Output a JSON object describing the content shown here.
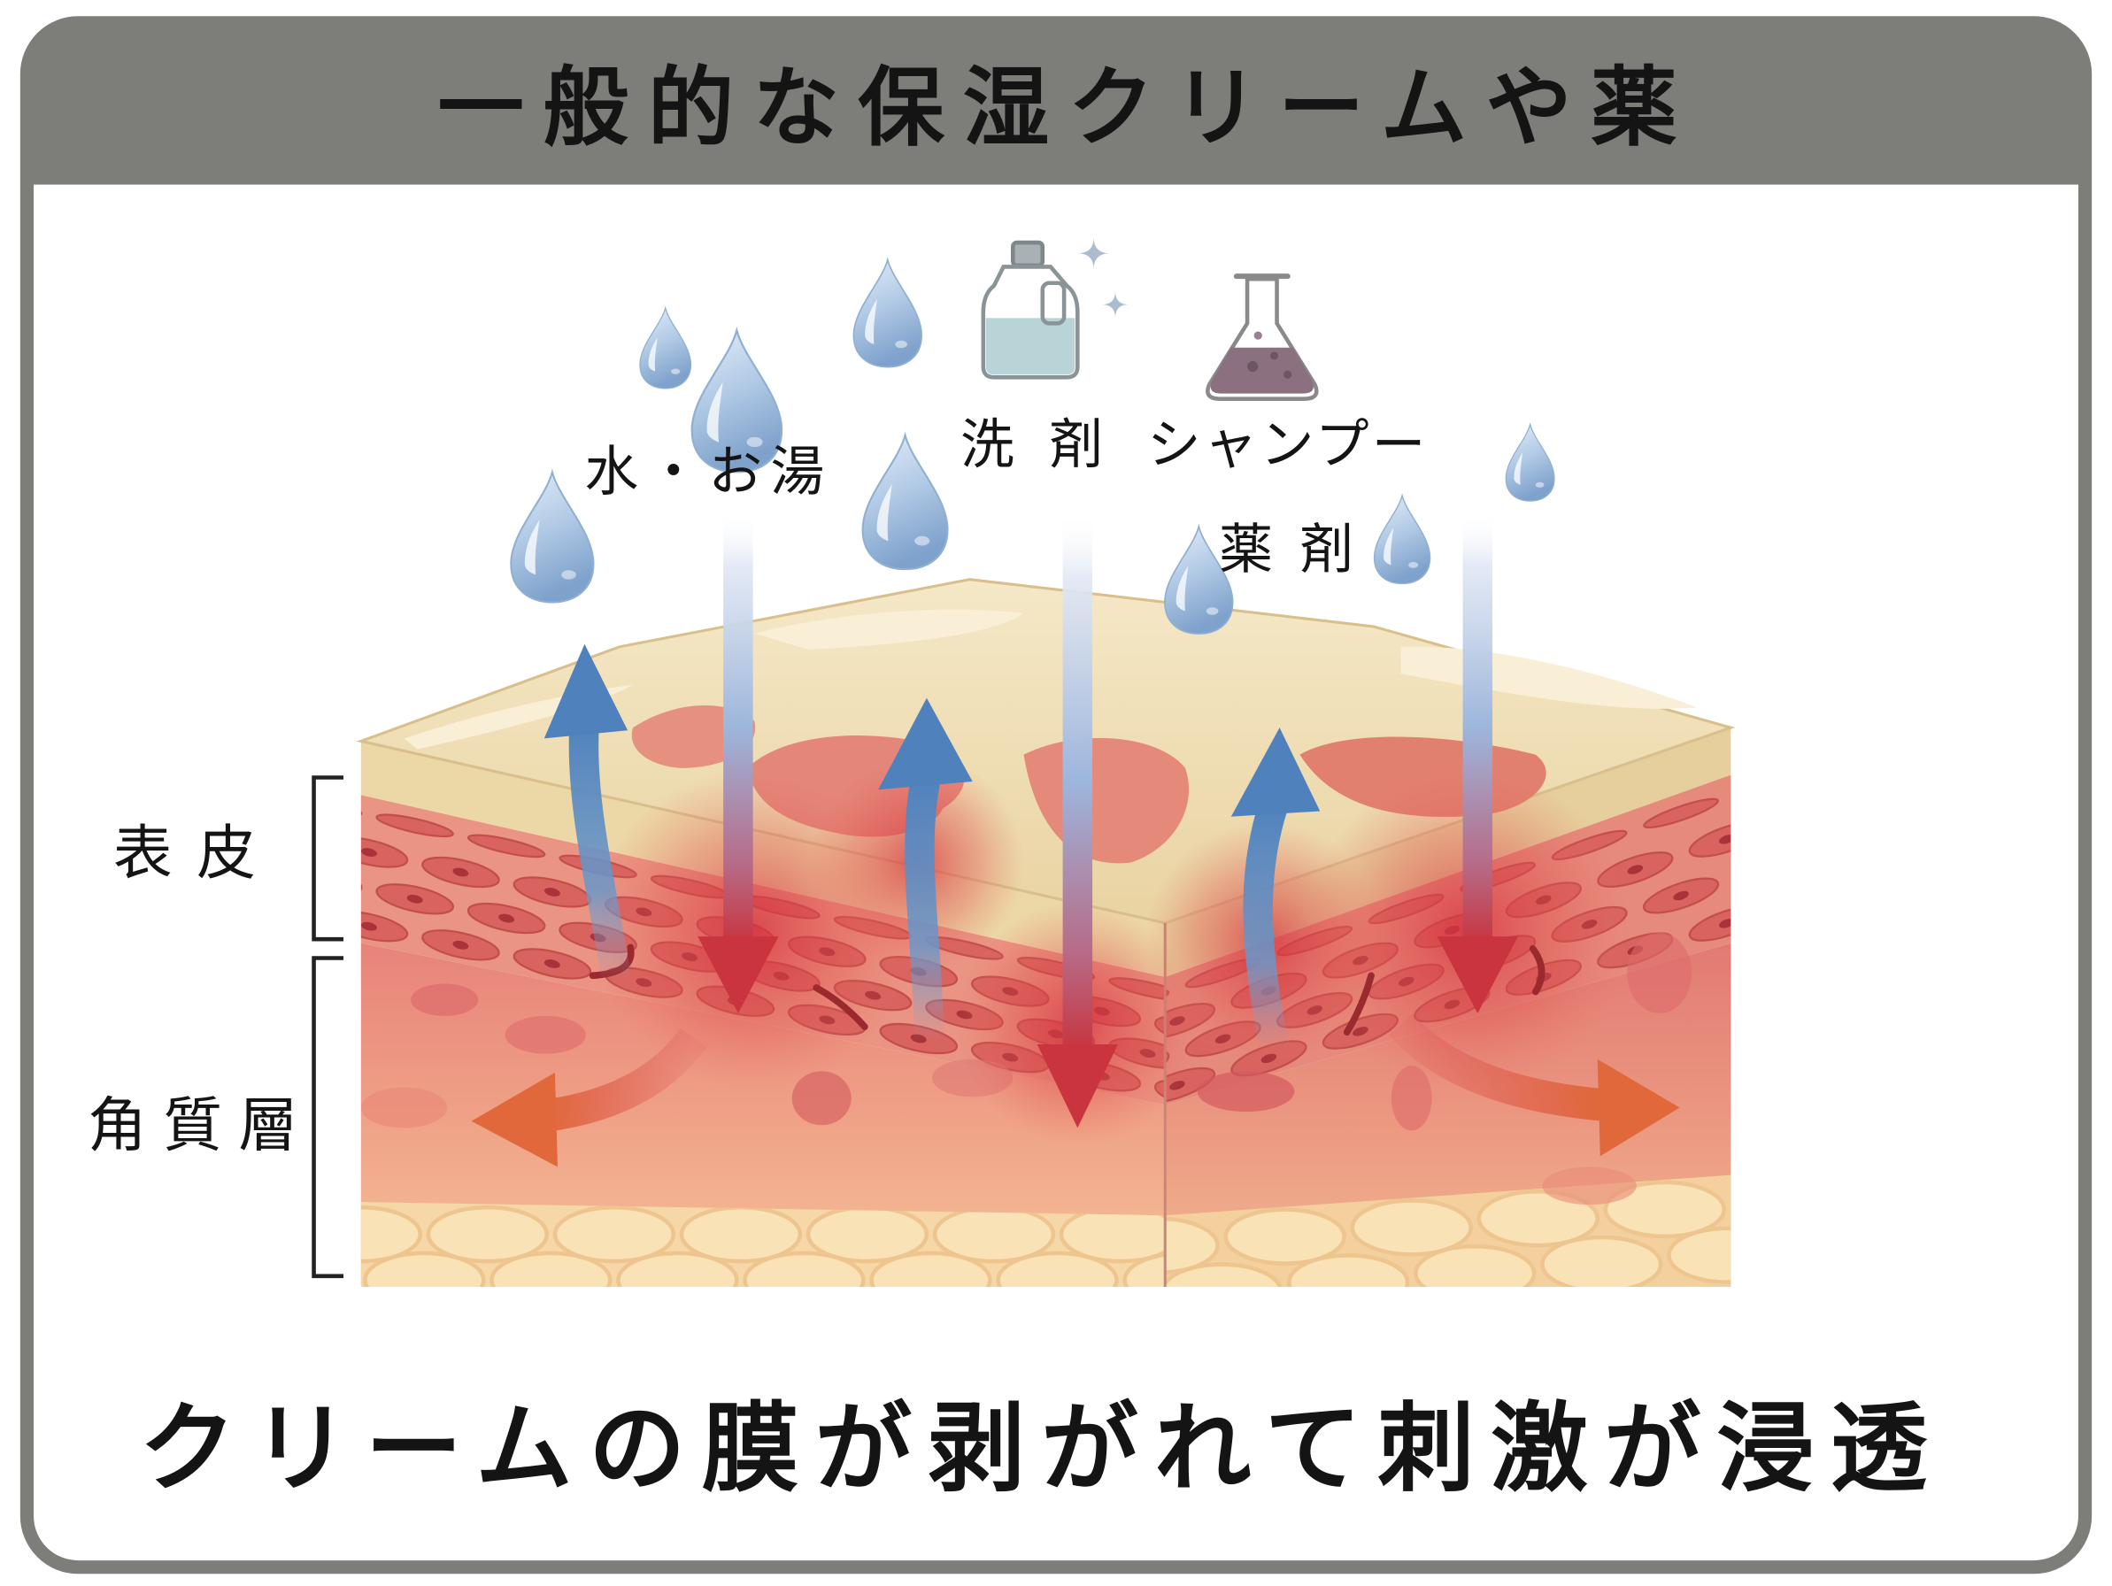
{
  "title": "一般的な保湿クリームや薬",
  "caption": "クリームの膜が剥がれて刺激が浸透",
  "labels": {
    "epidermis": "表皮",
    "stratum_corneum": "角質層",
    "water": "水・お湯",
    "detergent": "洗剤",
    "shampoo": "シャンプー",
    "medicine": "薬剤"
  },
  "icons": {
    "water": "water-drop-icon",
    "detergent": "detergent-bottle-icon",
    "medicine": "flask-icon",
    "sparkle": "sparkle-icon"
  },
  "colors": {
    "header_background": "#7d7d79",
    "frame_border": "#7d7d79",
    "text": "#141414",
    "water_drop": "#9dbadb",
    "arrow_in": "#c9343f",
    "arrow_out": "#5b8cc3",
    "arrow_spread": "#e0683a",
    "skin_surface": "#efdcb3"
  }
}
